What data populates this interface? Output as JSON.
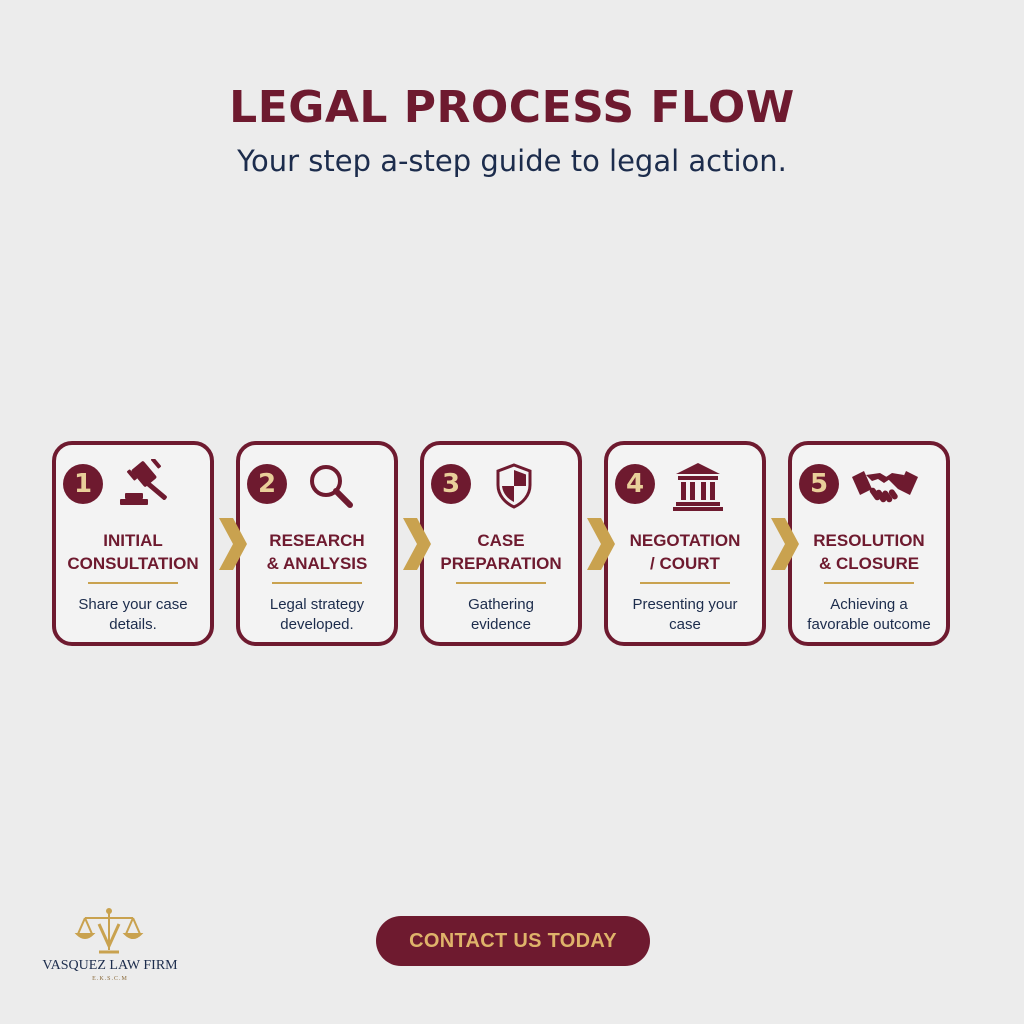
{
  "header": {
    "title": "LEGAL PROCESS FLOW",
    "subtitle": "Your step a-step guide to legal action."
  },
  "colors": {
    "maroon": "#6e1a2f",
    "gold": "#c9a24f",
    "navy": "#1c2c4c",
    "background": "#ececec"
  },
  "steps": [
    {
      "number": "1",
      "icon": "gavel-icon",
      "title": "INITIAL\nCONSULTATION",
      "description": "Share your case\ndetails."
    },
    {
      "number": "2",
      "icon": "magnifying-glass-icon",
      "title": "RESEARCH\n& ANALYSIS",
      "description": "Legal strategy\ndeveloped."
    },
    {
      "number": "3",
      "icon": "shield-icon",
      "title": "CASE\nPREPARATION",
      "description": "Gathering\nevidence"
    },
    {
      "number": "4",
      "icon": "courthouse-icon",
      "title": "NEGOTATION\n/ COURT",
      "description": "Presenting your\ncase"
    },
    {
      "number": "5",
      "icon": "handshake-icon",
      "title": "RESOLUTION\n& CLOSURE",
      "description": "Achieving a\nfavorable outcome"
    }
  ],
  "cta": {
    "label": "CONTACT US TODAY"
  },
  "logo": {
    "icon": "scales-of-justice-icon",
    "name": "VASQUEZ LAW FIRM",
    "subtext": "E.K.S.C.M"
  }
}
